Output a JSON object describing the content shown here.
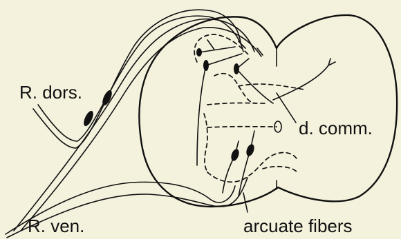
{
  "figure": {
    "labels": {
      "dorsal_root": "R. dors.",
      "ventral_root": "R. ven.",
      "commissure": "d. comm.",
      "arcuate": "arcuate fibers"
    },
    "colors": {
      "background": "#f4f1dc",
      "ink": "#111111"
    }
  }
}
